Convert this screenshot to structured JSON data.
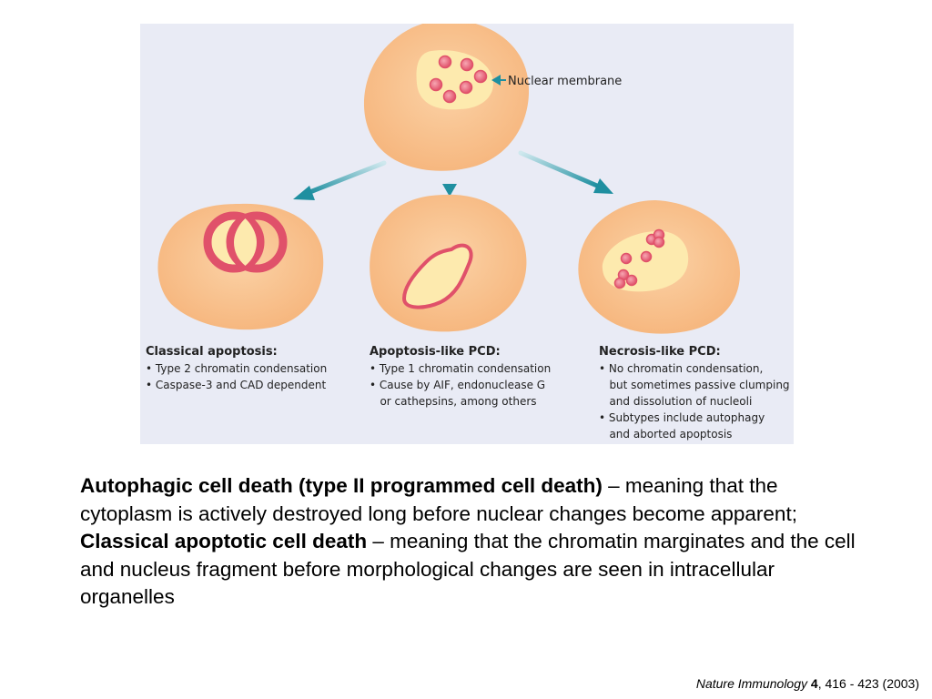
{
  "figure": {
    "top_cell": {
      "label": "Nuclear membrane"
    },
    "panels": [
      {
        "title": "Classical apoptosis:",
        "bullets": [
          "• Type 2 chromatin condensation",
          "• Caspase-3 and CAD dependent"
        ]
      },
      {
        "title": "Apoptosis-like PCD:",
        "bullets": [
          "• Type 1 chromatin condensation",
          "• Cause by AIF, endonuclease G",
          "   or cathepsins, among others"
        ]
      },
      {
        "title": "Necrosis-like PCD:",
        "bullets": [
          "• No chromatin condensation,",
          "   but sometimes passive clumping",
          "   and dissolution of nucleoli",
          "• Subtypes include autophagy",
          "   and aborted apoptosis"
        ]
      }
    ],
    "colors": {
      "cell_fill": "#f8c08a",
      "nucleus_fill": "#fdeaae",
      "chromatin": "#e0516a",
      "arrow": "#1f8fa0",
      "background": "#e9ebf5"
    }
  },
  "body": {
    "para1_bold": "Autophagic cell death (type II programmed cell death)",
    "para1_rest": " – meaning that the cytoplasm is actively destroyed long before nuclear changes become apparent;",
    "para2_bold": "Classical apoptotic cell death",
    "para2_rest": " – meaning that the chromatin marginates and the cell and nucleus fragment before morphological changes are seen in intracellular organelles"
  },
  "citation": {
    "journal": "Nature Immunology",
    "volume": "4",
    "rest": ", 416 - 423 (2003)"
  }
}
